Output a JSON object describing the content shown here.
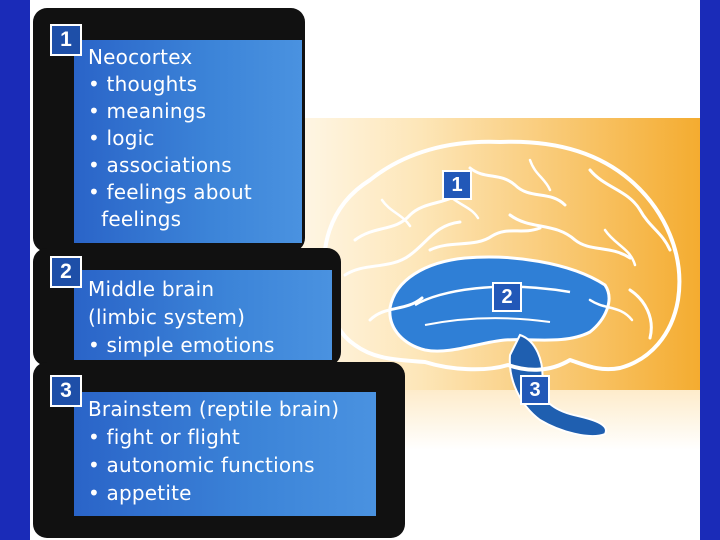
{
  "neocortex": {
    "number": "1",
    "lines": [
      "Neocortex",
      "• thoughts",
      "• meanings",
      "• logic",
      "• associations",
      "• feelings about",
      "  feelings"
    ]
  },
  "middle": {
    "number": "2",
    "lines": [
      "Middle brain",
      "(limbic system)",
      "• simple emotions"
    ]
  },
  "brainstem": {
    "number": "3",
    "lines": [
      "Brainstem (reptile brain)",
      "• fight or flight",
      "• autonomic functions",
      "• appetite"
    ]
  },
  "brain_labels": [
    "1",
    "2",
    "3"
  ],
  "colors": {
    "frame": "#1a2bb8",
    "box": "#3c84d8",
    "badge": "#1e4fa8",
    "limbic": "#2f7fd6",
    "band": "#f4ac30"
  }
}
